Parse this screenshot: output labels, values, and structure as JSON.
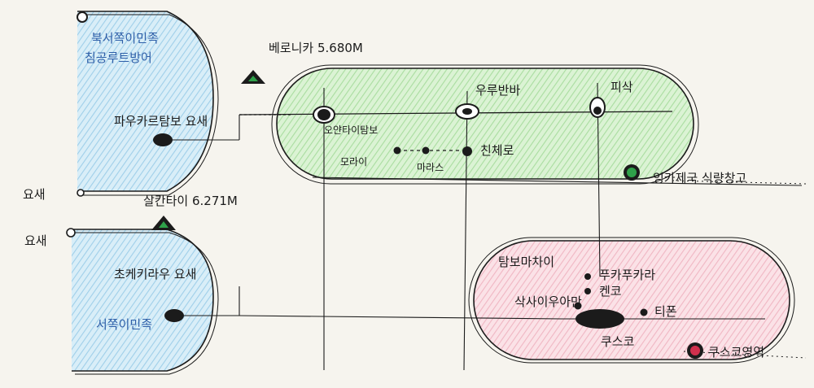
{
  "title": "",
  "regions": {
    "northwest": {
      "label_line1": "북서쪽이민족",
      "label_line2": "침공루트방어"
    },
    "west": {
      "label": "서쪽이민족"
    },
    "central_plateau": {
      "label": "우루반바"
    },
    "south_valley": {
      "label": ""
    }
  },
  "peaks": [
    {
      "label": "베로니카 5.680M",
      "name": "베로니카",
      "elevation_m": 5680
    },
    {
      "label": "살칸타이 6.271M",
      "name": "살칸타이",
      "elevation_m": 6271
    }
  ],
  "forts": {
    "yosae_top": "요새",
    "yosae_mid": "요새",
    "paucartambo": "파우카르탐보 요새",
    "chokequirao": "초케키라우 요새"
  },
  "sites": {
    "ollantaytambo": "오얀타이탐보",
    "pisac": "피삭",
    "chinchero": "친체로",
    "moray": "모라이",
    "maras": "마라스",
    "tambo_machay": "탐보마차이",
    "pukapukara": "푸카푸카라",
    "qenqo": "켄코",
    "sacsayhuaman": "삭사이우아만",
    "cusco": "쿠스코",
    "tipon": "티폰"
  },
  "storage": {
    "inca_warehouse": "잉카제국 식량창고",
    "cusco_area": "쿠스코영역"
  },
  "colors": {
    "ink": "#1b1b1b",
    "blue_wash": "#bfe0f2",
    "green_wash": "#c8ecc0",
    "pink_wash": "#f6cdd6",
    "green_marker": "#2fa14a",
    "red_marker": "#d0304d"
  }
}
